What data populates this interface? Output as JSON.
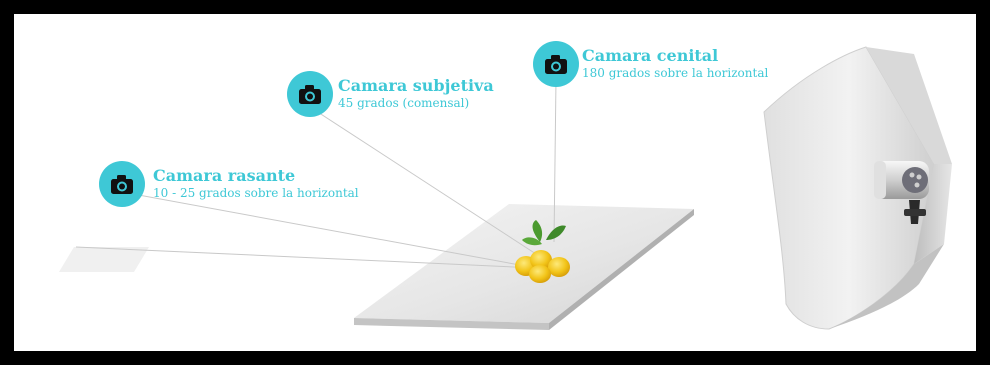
{
  "colors": {
    "accent": "#3ec8d6",
    "icon": "#111111",
    "table_top": "#e8e8e8",
    "lemon": "#f2c418",
    "leaf": "#3f8a2a"
  },
  "cameras": [
    {
      "title": "Camara rasante",
      "subtitle": "10 - 25 grados sobre la horizontal",
      "icon": "camera-icon"
    },
    {
      "title": "Camara subjetiva",
      "subtitle": "45 grados (comensal)",
      "icon": "camera-icon"
    },
    {
      "title": "Camara cenital",
      "subtitle": "180 grados sobre la horizontal",
      "icon": "camera-icon"
    }
  ]
}
